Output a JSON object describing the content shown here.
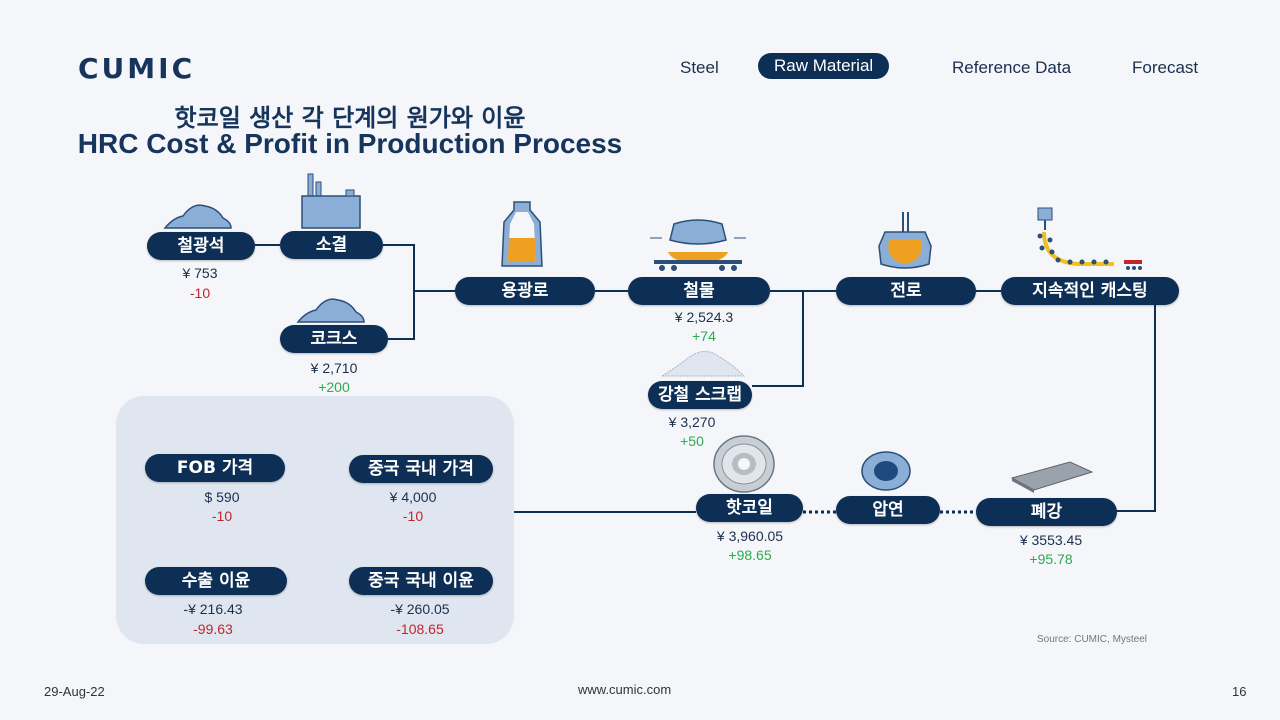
{
  "brand": "CUMIC",
  "nav": [
    "Steel",
    "Raw Material",
    "Reference Data",
    "Forecast"
  ],
  "title_ko": "핫코일 생산 각 단계의 원가와 이윤",
  "title_en": "HRC Cost & Profit in Production Process",
  "stages": {
    "iron_ore": {
      "label": "철광석",
      "price": "¥ 753",
      "change": "-10"
    },
    "sinter": {
      "label": "소결"
    },
    "coke": {
      "label": "코크스",
      "price": "¥ 2,710",
      "change": "+200"
    },
    "blast_furnace": {
      "label": "용광로"
    },
    "pig_iron": {
      "label": "철물",
      "price": "¥ 2,524.3",
      "change": "+74"
    },
    "scrap": {
      "label": "강철 스크랩",
      "price": "¥ 3,270",
      "change": "+50"
    },
    "converter": {
      "label": "전로"
    },
    "casting": {
      "label": "지속적인 캐스팅"
    },
    "slab": {
      "label": "폐강",
      "price": "¥ 3553.45",
      "change": "+95.78"
    },
    "rolling": {
      "label": "압연"
    },
    "hrc": {
      "label": "핫코일",
      "price": "¥ 3,960.05",
      "change": "+98.65"
    }
  },
  "summary": {
    "fob": {
      "label": "FOB 가격",
      "price": "$ 590",
      "change": "-10"
    },
    "china_price": {
      "label": "중국 국내 가격",
      "price": "¥ 4,000",
      "change": "-10"
    },
    "export_profit": {
      "label": "수출 이윤",
      "price": "-¥ 216.43",
      "change": "-99.63"
    },
    "china_profit": {
      "label": "중국 국내 이윤",
      "price": "-¥ 260.05",
      "change": "-108.65"
    }
  },
  "source": "Source: CUMIC, Mysteel",
  "footer": {
    "date": "29-Aug-22",
    "url": "www.cumic.com",
    "page": "16"
  },
  "icons": [
    "ore-pile-icon",
    "factory-icon",
    "blast-furnace-icon",
    "ladle-car-icon",
    "converter-icon",
    "caster-icon",
    "scrap-pile-icon",
    "coil-icon",
    "rolled-coil-icon",
    "slab-icon",
    "port-crane-icon",
    "dump-truck-icon",
    "dollar-icon",
    "yen-icon"
  ],
  "colors": {
    "navy": "#0e2f55",
    "negative": "#c0262d",
    "positive": "#2eaa4f",
    "icon_fill": "#8aaed6",
    "molten": "#f0a020"
  }
}
